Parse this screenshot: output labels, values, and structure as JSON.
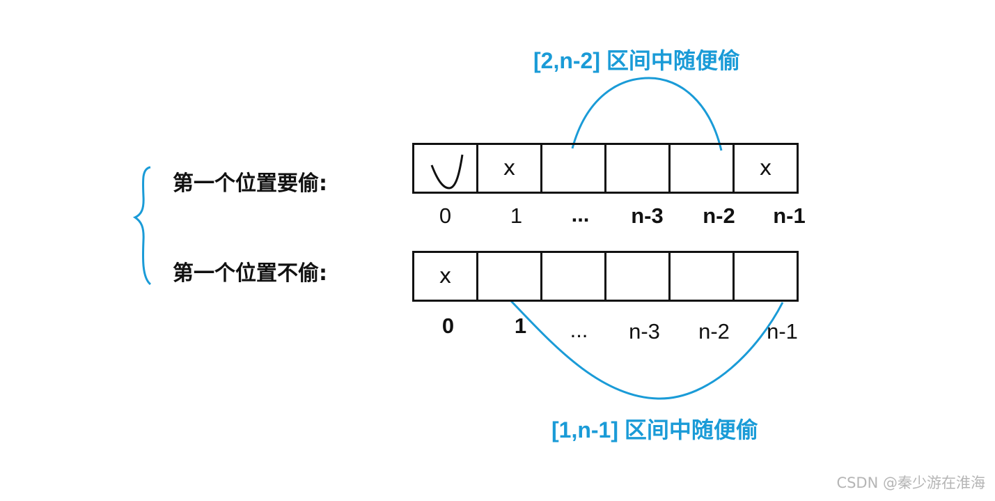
{
  "labels": {
    "steal_first": "第一个位置要偷:",
    "skip_first": "第一个位置不偷:"
  },
  "top_row": {
    "cells": [
      "√",
      "x",
      "",
      "",
      "",
      "x"
    ],
    "indices": [
      "0",
      "1",
      "...",
      "n-3",
      "n-2",
      "n-1"
    ]
  },
  "bottom_row": {
    "cells": [
      "x",
      "",
      "",
      "",
      "",
      ""
    ],
    "indices": [
      "0",
      "1",
      "...",
      "n-3",
      "n-2",
      "n-1"
    ]
  },
  "intervals": {
    "top": "[2,n-2] 区间中随便偷",
    "bottom": "[1,n-1] 区间中随便偷"
  },
  "watermark": "CSDN @秦少游在淮海",
  "colors": {
    "accent": "#1a9bd7",
    "ink": "#111111",
    "watermark": "#b5b5b5"
  }
}
